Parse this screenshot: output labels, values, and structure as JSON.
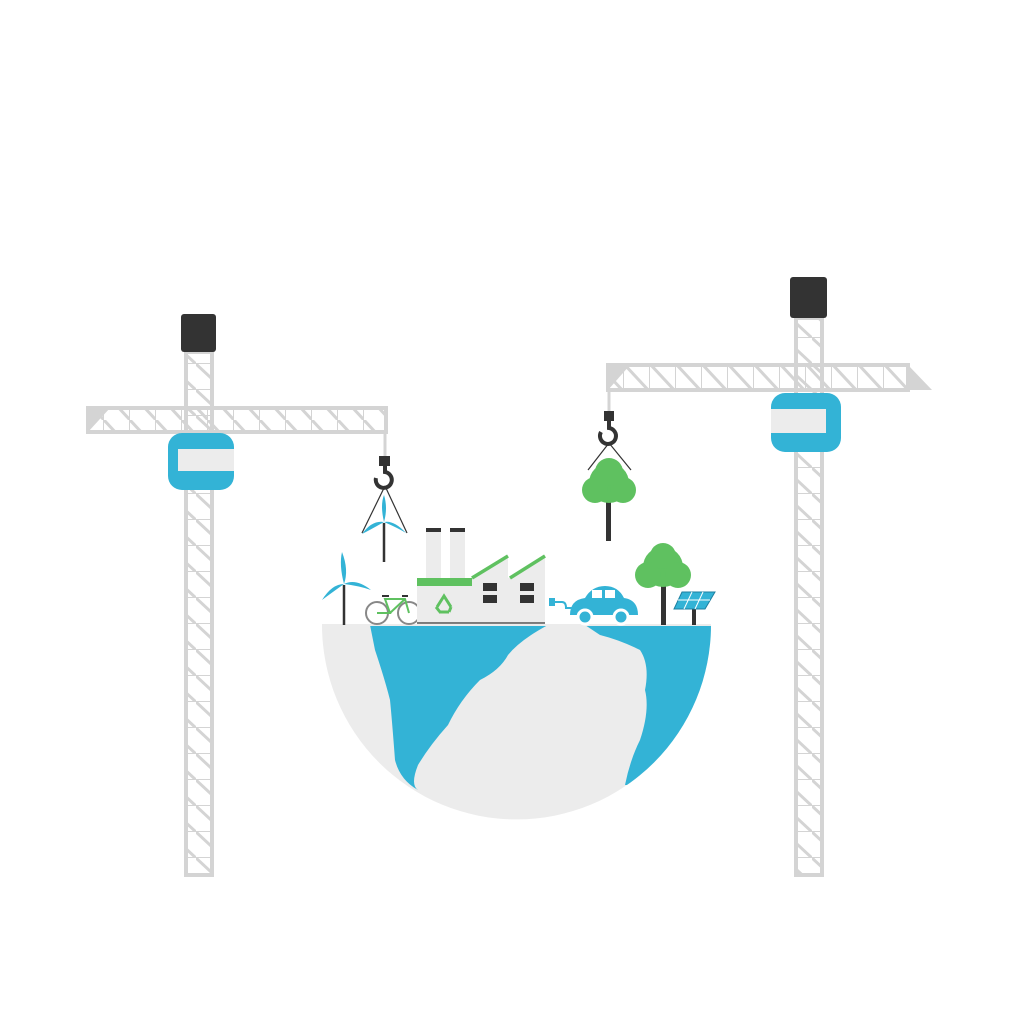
{
  "scene": {
    "description_icons": [
      "crane-left",
      "crane-right",
      "hook",
      "wind-turbine",
      "bicycle",
      "factory",
      "recycle-icon",
      "electric-car",
      "tree",
      "solar-panel",
      "globe"
    ]
  },
  "colors": {
    "background": "#ffffff",
    "crane_gray": "#d4d4d4",
    "crane_cab_blue": "#33b3d6",
    "dark": "#333333",
    "globe_land": "#ececec",
    "ocean_blue": "#33b3d6",
    "green": "#5fc160",
    "factory_gray": "#ececec"
  }
}
